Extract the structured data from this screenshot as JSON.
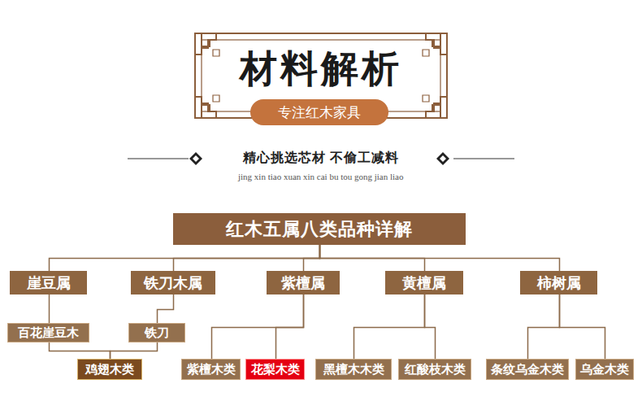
{
  "diagram": {
    "title": "材料解析",
    "nodes": [
      {
        "text": [
          "专注红木家具"
        ]
      },
      {
        "text": [
          "红木五属八类品种详解"
        ]
      },
      {
        "text": [
          "崖豆属"
        ]
      },
      {
        "text": [
          "铁刀木属"
        ]
      },
      {
        "text": [
          "紫檀属"
        ]
      },
      {
        "text": [
          "黄檀属"
        ]
      },
      {
        "text": [
          "柿树属"
        ]
      },
      {
        "text": [
          "百花崖豆木"
        ]
      },
      {
        "text": [
          "铁刀"
        ]
      },
      {
        "text": [
          "鸡翅木类"
        ]
      },
      {
        "text": [
          "紫檀木类"
        ]
      },
      {
        "text": [
          "花梨木类"
        ]
      },
      {
        "text": [
          "黑檀木木类"
        ]
      },
      {
        "text": [
          "红酸枝木类"
        ]
      },
      {
        "text": [
          "条纹乌金木类"
        ]
      },
      {
        "text": [
          "乌金木类"
        ]
      }
    ],
    "edges": [
      {
        "from": 1,
        "to": 2,
        "arrow": "none"
      },
      {
        "from": 1,
        "to": 3,
        "arrow": "none"
      },
      {
        "from": 1,
        "to": 4,
        "arrow": "none"
      },
      {
        "from": 1,
        "to": 5,
        "arrow": "none"
      },
      {
        "from": 1,
        "to": 6,
        "arrow": "none"
      },
      {
        "from": 2,
        "to": 7,
        "arrow": "none"
      },
      {
        "from": 3,
        "to": 8,
        "arrow": "none"
      },
      {
        "from": 7,
        "to": 9,
        "arrow": "none"
      },
      {
        "from": 8,
        "to": 9,
        "arrow": "none"
      },
      {
        "from": 4,
        "to": 10,
        "arrow": "none"
      },
      {
        "from": 4,
        "to": 11,
        "arrow": "none"
      },
      {
        "from": 5,
        "to": 12,
        "arrow": "none"
      },
      {
        "from": 5,
        "to": 13,
        "arrow": "none"
      },
      {
        "from": 6,
        "to": 14,
        "arrow": "none"
      },
      {
        "from": 6,
        "to": 15,
        "arrow": "none"
      }
    ],
    "labels": [
      "精心挑选芯材 不偷工减料",
      "jing xin tiao xuan xin cai bu tou gong jian liao"
    ]
  }
}
